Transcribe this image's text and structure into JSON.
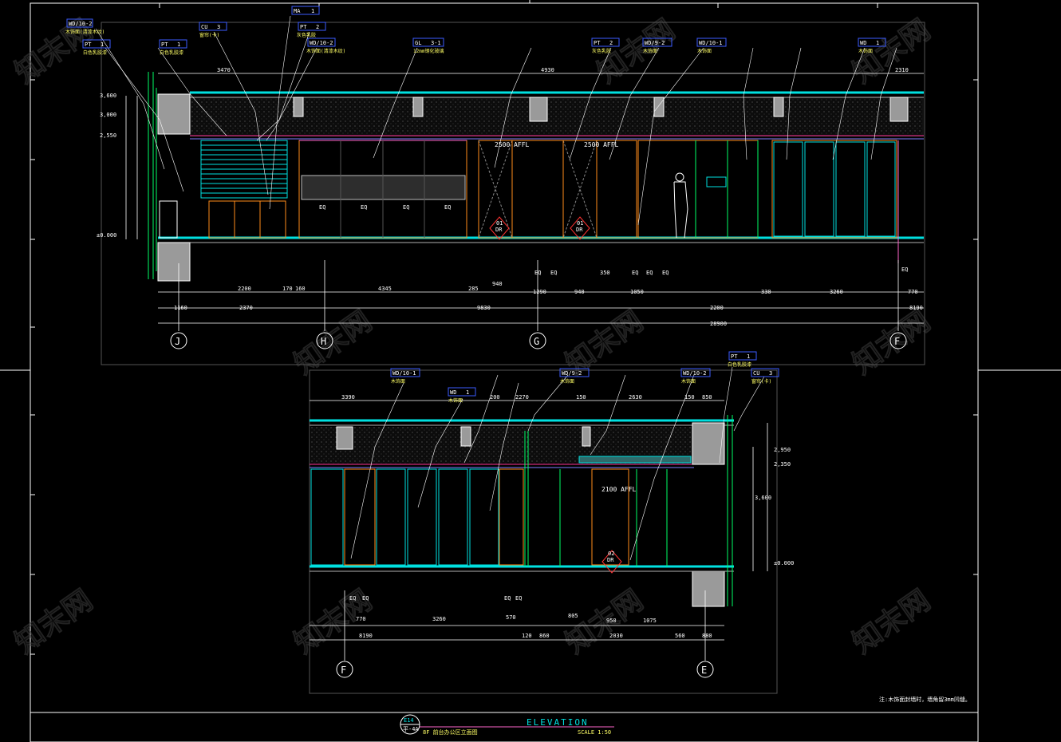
{
  "drawing": {
    "title": "ELEVATION",
    "scale": "SCALE 1:50",
    "ref_top": "E14",
    "ref_bottom": "平-4A",
    "subtitle": "8F 前台办公区立面图",
    "note": "注:木饰面封墙时，墙角留3mm凹缝。",
    "watermark": "知末网"
  },
  "upper": {
    "tags": [
      {
        "code": "WD/10-2",
        "desc": "木饰面(清漆木纹)"
      },
      {
        "code": "PT",
        "n": "1",
        "desc": "白色乳胶漆"
      },
      {
        "code": "PT",
        "n": "1",
        "desc": "白色乳胶漆"
      },
      {
        "code": "CU",
        "n": "3",
        "desc": "窗帘(卡)"
      },
      {
        "code": "MA",
        "n": "1",
        "desc": ""
      },
      {
        "code": "PT",
        "n": "2",
        "desc": "灰色乳胶"
      },
      {
        "code": "WD/10-2",
        "desc": "木饰面(清漆木纹)"
      },
      {
        "code": "GL",
        "n": "3-1",
        "desc": "12mm钢化玻璃"
      },
      {
        "code": "PT",
        "n": "2",
        "desc": "灰色乳胶"
      },
      {
        "code": "WD/9-2",
        "desc": "木饰面"
      },
      {
        "code": "WD/10-1",
        "desc": "木饰面"
      },
      {
        "code": "WD",
        "n": "1",
        "desc": "木饰面"
      }
    ],
    "labels": [
      "2500 AFFL",
      "2500 AFFL",
      "EQ",
      "EQ",
      "EQ",
      "EQ"
    ],
    "door_marks": [
      "01",
      "DR",
      "01",
      "DR"
    ],
    "dims_row1": [
      "2200",
      "170",
      "160",
      "4345",
      "285",
      "940",
      "EQ",
      "EQ",
      "350",
      "EQ",
      "EQ",
      "EQ",
      "330",
      "3260",
      "EQ",
      "770"
    ],
    "dims_row2": [
      "1160",
      "2370",
      "9830",
      "1290",
      "940",
      "1050",
      "2200",
      "8190"
    ],
    "dims_total": "28900",
    "dims_top": [
      "3470",
      "4930",
      "2310"
    ],
    "levels": [
      "3,600",
      "3,000",
      "2,550",
      "±0.000"
    ],
    "grid": [
      "J",
      "H",
      "G",
      "F"
    ]
  },
  "lower": {
    "tags": [
      {
        "code": "WD/10-1",
        "desc": "木饰面"
      },
      {
        "code": "WD",
        "n": "1",
        "desc": "木饰面"
      },
      {
        "code": "WD/9-2",
        "desc": "木饰面"
      },
      {
        "code": "WD/10-2",
        "desc": "木饰面"
      },
      {
        "code": "PT",
        "n": "1",
        "desc": "白色乳胶漆"
      },
      {
        "code": "CU",
        "n": "3",
        "desc": "窗帘(卡)"
      }
    ],
    "dims_top": [
      "3390",
      "200",
      "2270",
      "150",
      "2630",
      "150",
      "850"
    ],
    "labels": [
      "2100 AFFL",
      "02",
      "DR"
    ],
    "dims_row1": [
      "EQ",
      "EQ",
      "EQ",
      "EQ",
      "770",
      "3260",
      "570",
      "805",
      "950",
      "1075"
    ],
    "dims_row2": [
      "8190",
      "120",
      "860",
      "2030",
      "560",
      "880"
    ],
    "levels": [
      "2,950",
      "2,350",
      "3,600",
      "±0.000"
    ],
    "grid": [
      "F",
      "E"
    ]
  }
}
